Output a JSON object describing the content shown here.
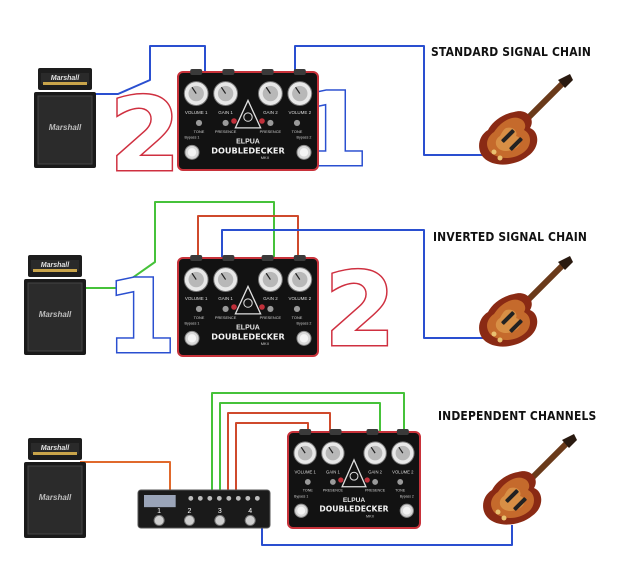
{
  "headings": {
    "standard": "STANDARD SIGNAL CHAIN",
    "inverted": "INVERTED SIGNAL CHAIN",
    "independent": "INDEPENDENT CHANNELS"
  },
  "pedal": {
    "brand": "ELPUA",
    "model": "DOUBLEDECKER",
    "version": "MKII",
    "knob_labels": [
      "VOLUME 1",
      "GAIN 1",
      "GAIN 2",
      "VOLUME 2"
    ],
    "switch_labels": [
      "TONE",
      "PRESENCE",
      "PRESENCE",
      "TONE"
    ],
    "footswitch_labels": [
      "Bypass 1",
      "Bypass 2"
    ]
  },
  "amp": {
    "logo": "Marshall"
  },
  "order_numbers": {
    "standard": [
      "2",
      "1"
    ],
    "inverted": [
      "1",
      "2"
    ]
  },
  "switcher": {
    "numbers": [
      "1",
      "2",
      "3",
      "4"
    ]
  },
  "colors": {
    "blue_cable": "#2a4fd0",
    "red_cable": "#cf4a2c",
    "green_cable": "#46c23a",
    "orange_cable": "#e0692c",
    "pedal_body": "#121212",
    "pedal_edge": "#c8323a",
    "number_outline": "#cf3040"
  }
}
